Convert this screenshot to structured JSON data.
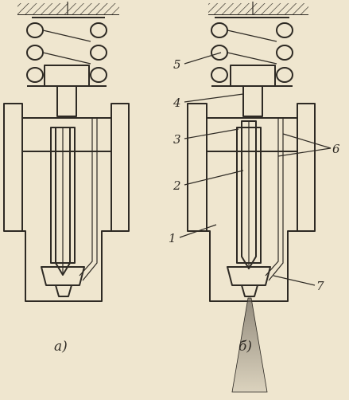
{
  "diagram": {
    "captions": {
      "left": "а)",
      "right": "б)"
    },
    "callouts": [
      "5",
      "4",
      "3",
      "2",
      "1",
      "6",
      "7"
    ]
  },
  "colors": {
    "paper": "#efe6cf",
    "ink": "#2e2a24"
  }
}
